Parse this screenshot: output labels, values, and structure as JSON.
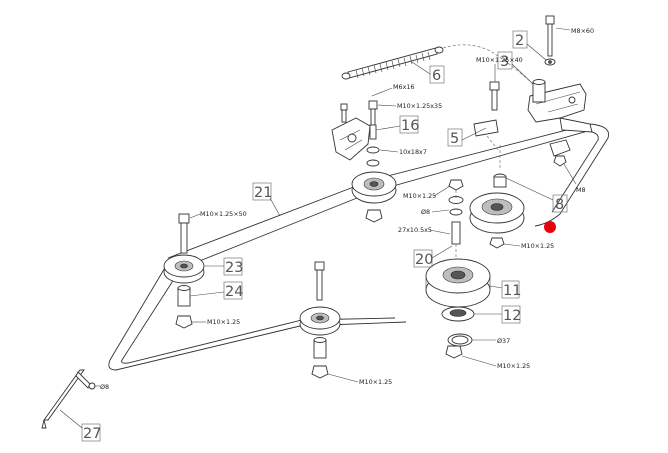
{
  "callouts": {
    "c2": "2",
    "c3": "3",
    "c5": "5",
    "c6": "6",
    "c8": "8",
    "c11": "11",
    "c12": "12",
    "c16": "16",
    "c20": "20",
    "c21": "21",
    "c23": "23",
    "c24": "24",
    "c27": "27"
  },
  "specs": {
    "m8x60": "M8×60",
    "m10x125x40": "M10×1.25×40",
    "m6x16": "M6x16",
    "m10x125x35": "M10×1.25x35",
    "w10x18x7": "10x18x7",
    "m10x125_a": "M10×1.25",
    "d8_a": "Ø8",
    "s27x105x5": "27x10.5x5",
    "m10x125_b": "M10×1.25",
    "m10x125x50": "M10×1.25×50",
    "m10x125_c": "M10×1.25",
    "d37": "Ø37",
    "m10x125_d": "M10×1.25",
    "m10x125_e": "M10×1.25",
    "m8": "M8",
    "d8_b": "Ø8"
  },
  "colors": {
    "marker": "#e8000d",
    "line": "#444444",
    "callout_text": "#555555"
  }
}
